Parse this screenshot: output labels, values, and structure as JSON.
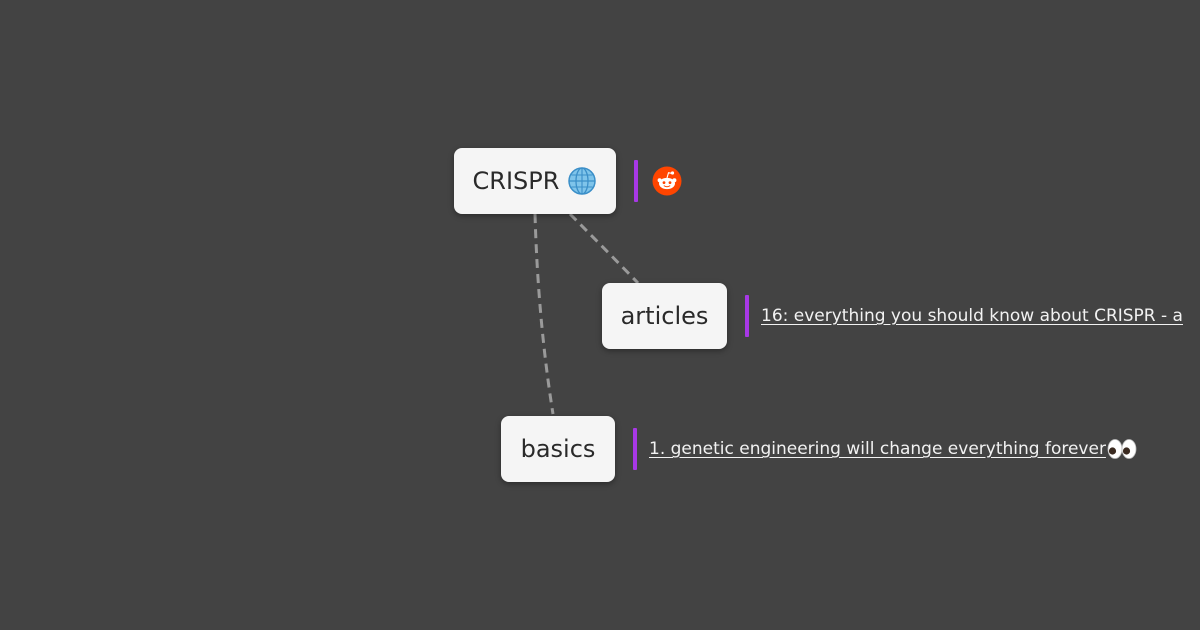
{
  "colors": {
    "background": "#434343",
    "node_fill": "#f5f5f5",
    "node_text": "#2a2a2a",
    "edge": "#9a9a9a",
    "accent_bar": "#a838e6",
    "link_text": "#f2f2f2"
  },
  "nodes": {
    "root": {
      "label": "CRISPR",
      "icon": "globe-icon"
    },
    "articles": {
      "label": "articles"
    },
    "basics": {
      "label": "basics"
    }
  },
  "links": {
    "root_link": {
      "icon": "reddit-icon"
    },
    "articles_link": {
      "text": "16: everything you should know about CRISPR - a"
    },
    "basics_link": {
      "text": "1. genetic engineering will change everything forever ",
      "trailing_icon": "eyes-icon"
    }
  }
}
